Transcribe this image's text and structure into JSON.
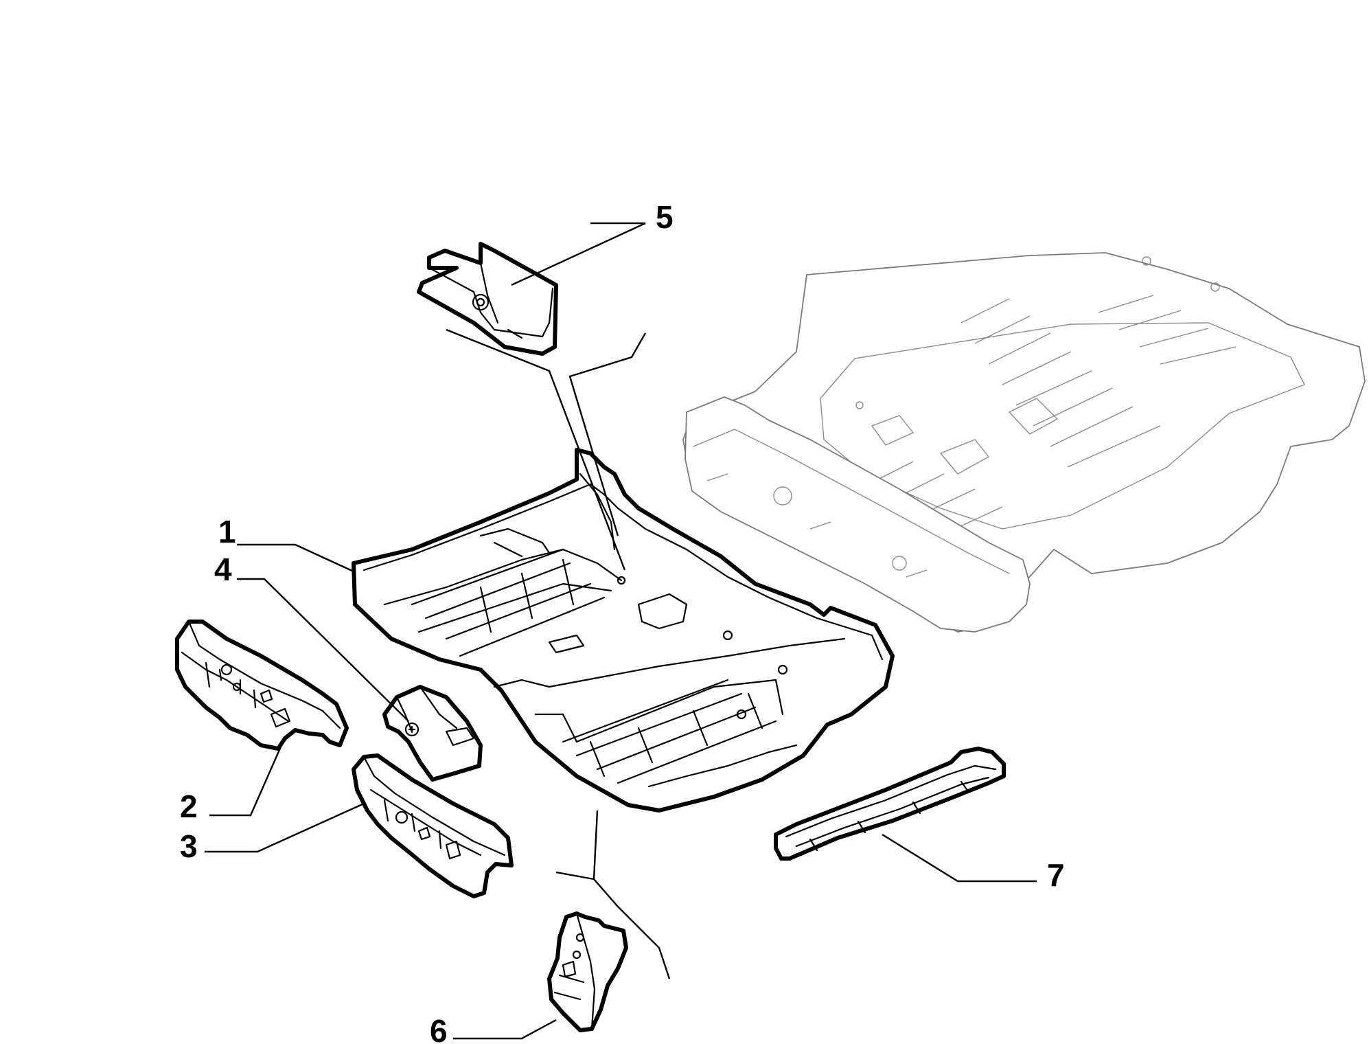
{
  "callouts": [
    {
      "id": "1",
      "label": "1"
    },
    {
      "id": "2",
      "label": "2"
    },
    {
      "id": "3",
      "label": "3"
    },
    {
      "id": "4",
      "label": "4"
    },
    {
      "id": "5",
      "label": "5"
    },
    {
      "id": "6",
      "label": "6"
    },
    {
      "id": "7",
      "label": "7"
    }
  ],
  "colors": {
    "line": "#000000",
    "background": "#ffffff",
    "ghost_outline": "#7a7a7a"
  }
}
